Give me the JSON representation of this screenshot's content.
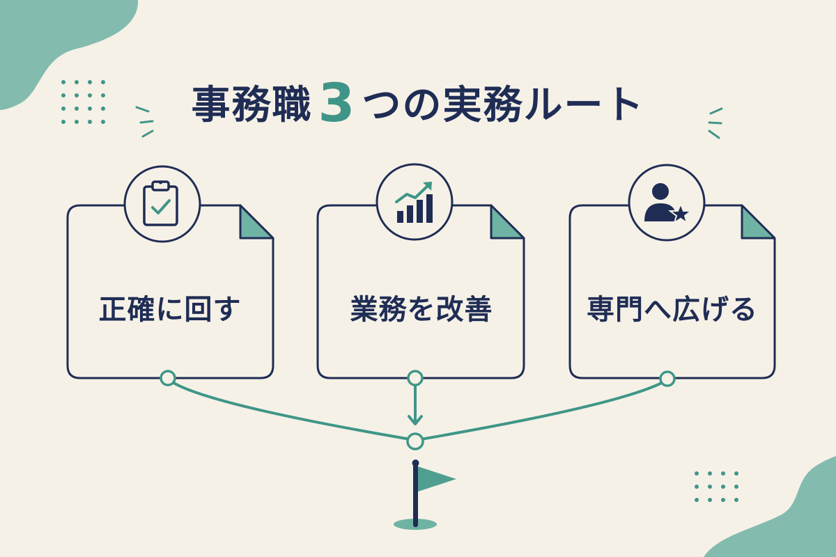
{
  "title": {
    "prefix": "事務職",
    "number": "3",
    "suffix": "つの実務ルート"
  },
  "cards": [
    {
      "label": "正確に回す",
      "icon": "clipboard-check-icon"
    },
    {
      "label": "業務を改善",
      "icon": "bar-chart-growth-icon"
    },
    {
      "label": "専門へ広げる",
      "icon": "person-star-icon"
    }
  ],
  "colors": {
    "background": "#f6f1e7",
    "navy": "#1f2d55",
    "teal": "#3f9688",
    "blob": "#6fb3a4"
  }
}
